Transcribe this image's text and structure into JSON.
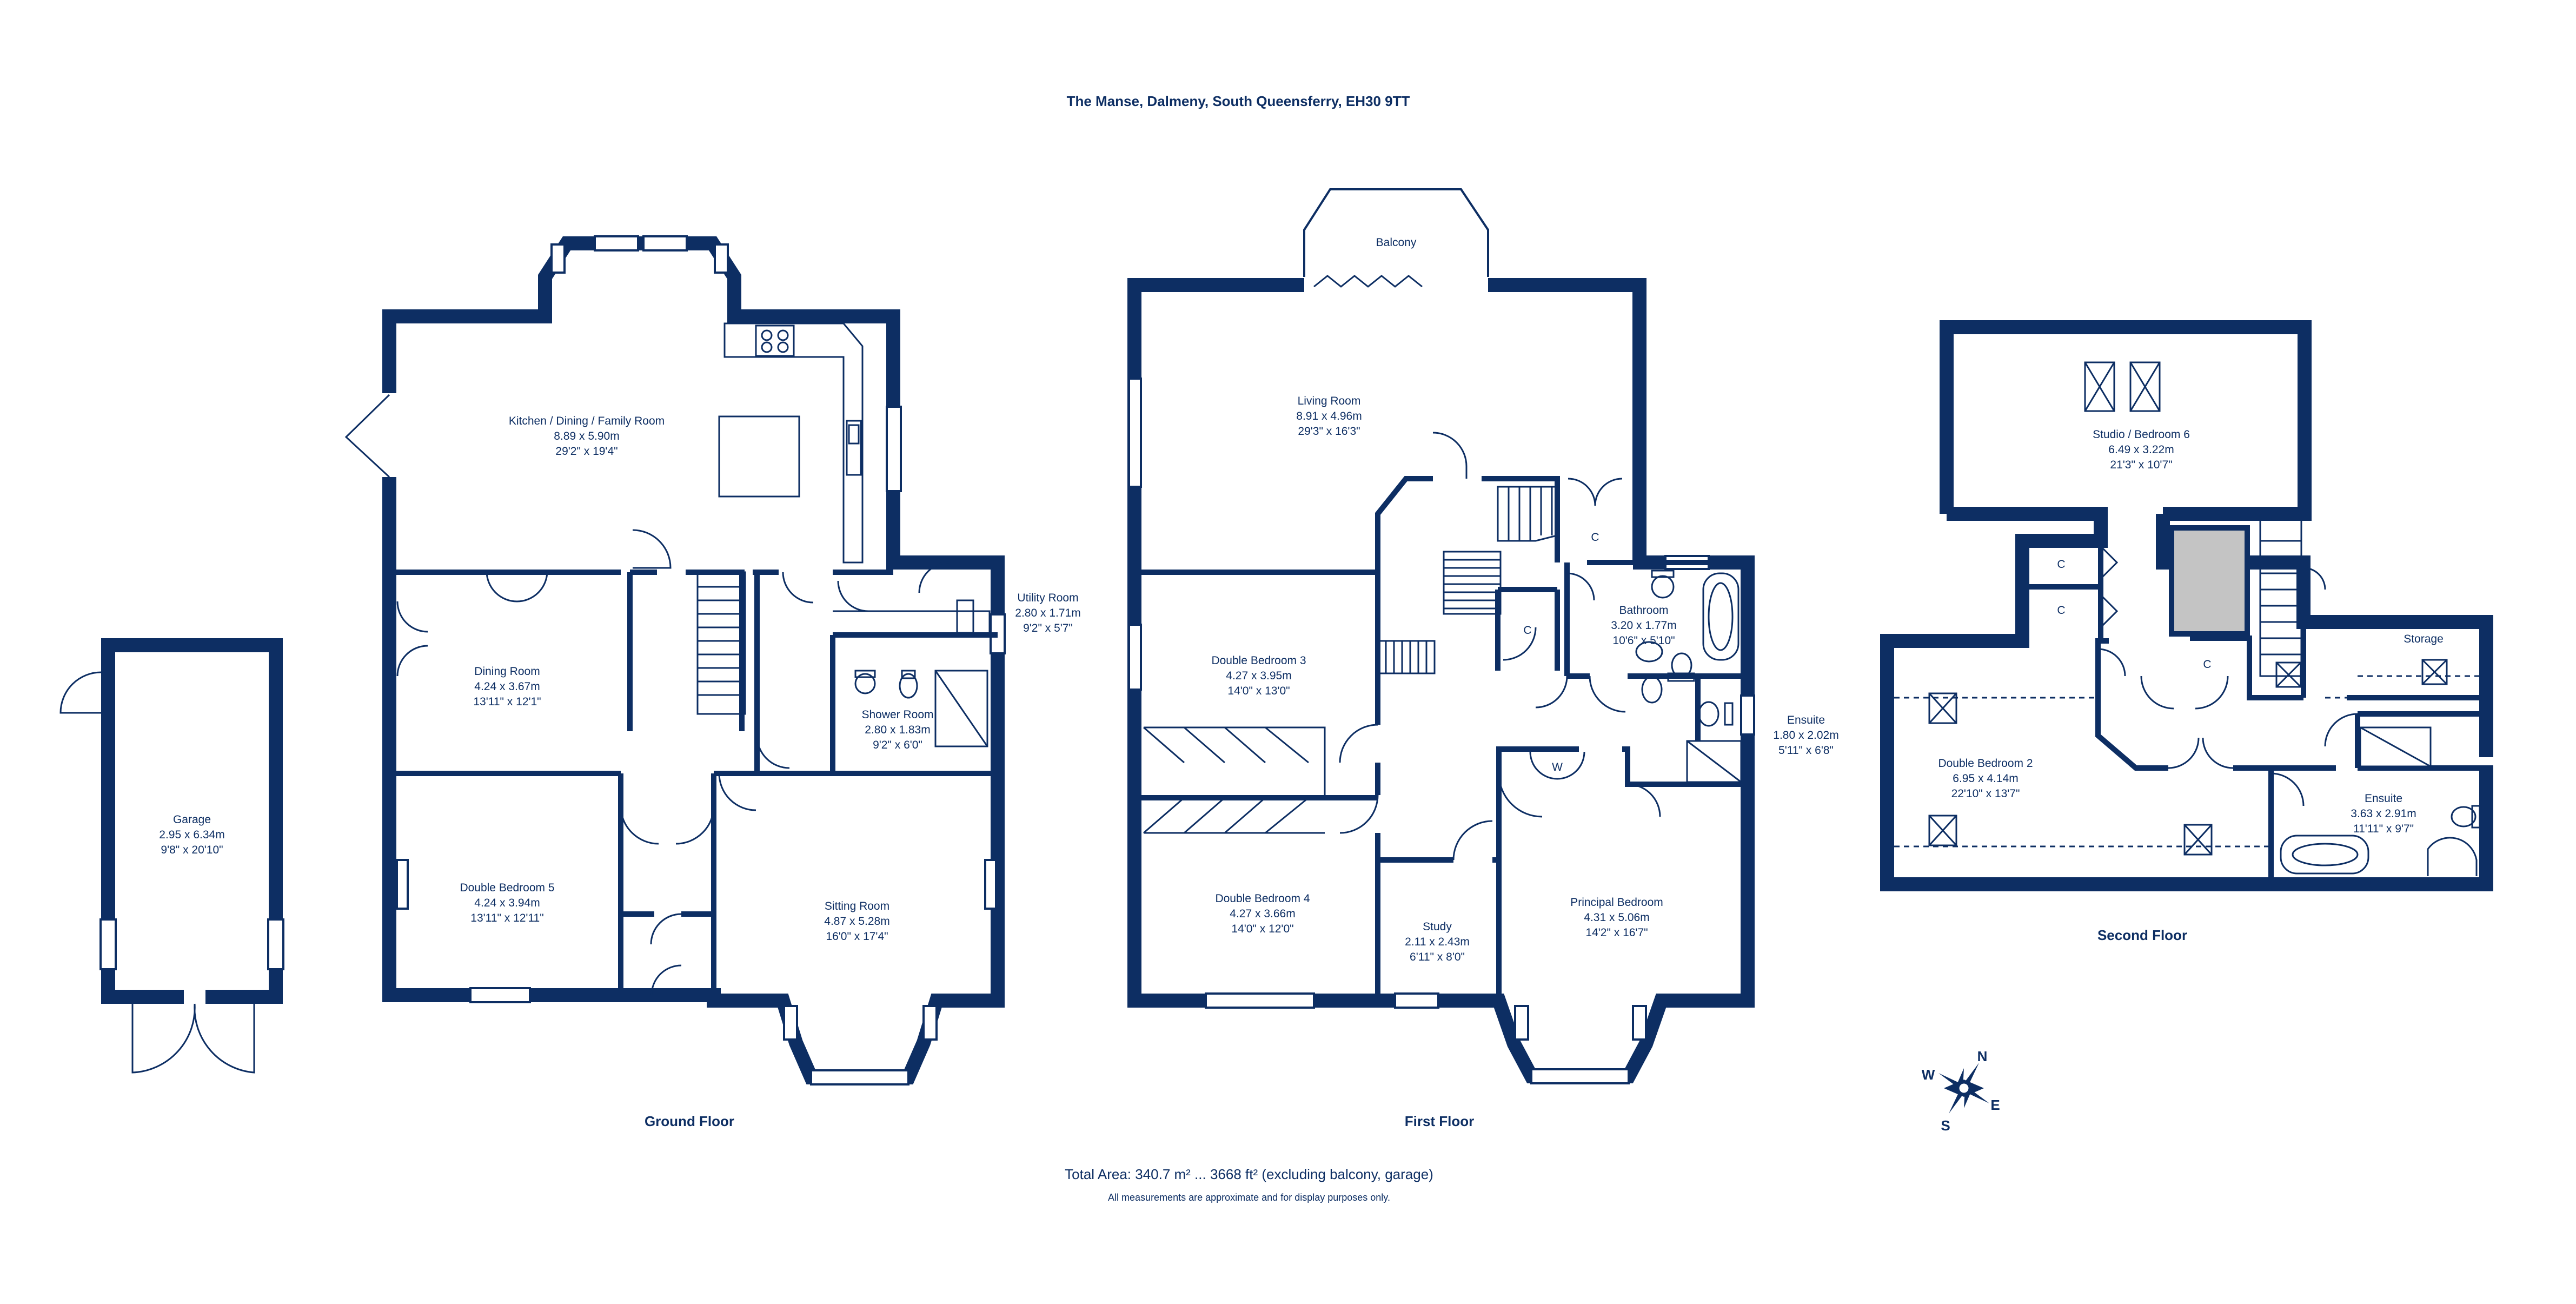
{
  "title": "The Manse, Dalmeny, South Queensferry, EH30 9TT",
  "floors": {
    "ground": "Ground Floor",
    "first": "First Floor",
    "second": "Second Floor"
  },
  "rooms": {
    "garage": {
      "name": "Garage",
      "metric": "2.95 x 6.34m",
      "imperial": "9'8\" x 20'10\""
    },
    "kitchen": {
      "name": "Kitchen / Dining / Family Room",
      "metric": "8.89 x 5.90m",
      "imperial": "29'2\" x 19'4\""
    },
    "utility": {
      "name": "Utility Room",
      "metric": "2.80 x 1.71m",
      "imperial": "9'2\" x 5'7\""
    },
    "dining": {
      "name": "Dining Room",
      "metric": "4.24 x 3.67m",
      "imperial": "13'11\" x 12'1\""
    },
    "shower": {
      "name": "Shower Room",
      "metric": "2.80 x 1.83m",
      "imperial": "9'2\" x 6'0\""
    },
    "bed5": {
      "name": "Double Bedroom 5",
      "metric": "4.24 x 3.94m",
      "imperial": "13'11\" x 12'11\""
    },
    "sitting": {
      "name": "Sitting Room",
      "metric": "4.87 x 5.28m",
      "imperial": "16'0\" x 17'4\""
    },
    "balcony": {
      "name": "Balcony"
    },
    "living": {
      "name": "Living Room",
      "metric": "8.91 x 4.96m",
      "imperial": "29'3\" x 16'3\""
    },
    "bed3": {
      "name": "Double Bedroom 3",
      "metric": "4.27 x 3.95m",
      "imperial": "14'0\" x 13'0\""
    },
    "bathroom": {
      "name": "Bathroom",
      "metric": "3.20 x 1.77m",
      "imperial": "10'6\" x 5'10\""
    },
    "ensuite1": {
      "name": "Ensuite",
      "metric": "1.80 x 2.02m",
      "imperial": "5'11\" x 6'8\""
    },
    "bed4": {
      "name": "Double Bedroom 4",
      "metric": "4.27 x 3.66m",
      "imperial": "14'0\" x 12'0\""
    },
    "study": {
      "name": "Study",
      "metric": "2.11 x 2.43m",
      "imperial": "6'11\" x 8'0\""
    },
    "principal": {
      "name": "Principal Bedroom",
      "metric": "4.31 x 5.06m",
      "imperial": "14'2\" x 16'7\""
    },
    "studio": {
      "name": "Studio / Bedroom 6",
      "metric": "6.49 x 3.22m",
      "imperial": "21'3\" x 10'7\""
    },
    "bed2": {
      "name": "Double Bedroom 2",
      "metric": "6.95 x 4.14m",
      "imperial": "22'10\" x 13'7\""
    },
    "storage": {
      "name": "Storage"
    },
    "ensuite2": {
      "name": "Ensuite",
      "metric": "3.63 x 2.91m",
      "imperial": "11'11\" x 9'7\""
    }
  },
  "marks": {
    "cupboard": "C",
    "wardrobe": "W"
  },
  "compass": {
    "n": "N",
    "e": "E",
    "s": "S",
    "w": "W"
  },
  "footer": {
    "total": "Total Area: 340.7 m² ... 3668 ft² (excluding balcony, garage)",
    "disclaimer": "All measurements are approximate and for display purposes only."
  },
  "colors": {
    "walls": "#0d2e63",
    "void": "#c4c4c4",
    "background": "#ffffff"
  }
}
